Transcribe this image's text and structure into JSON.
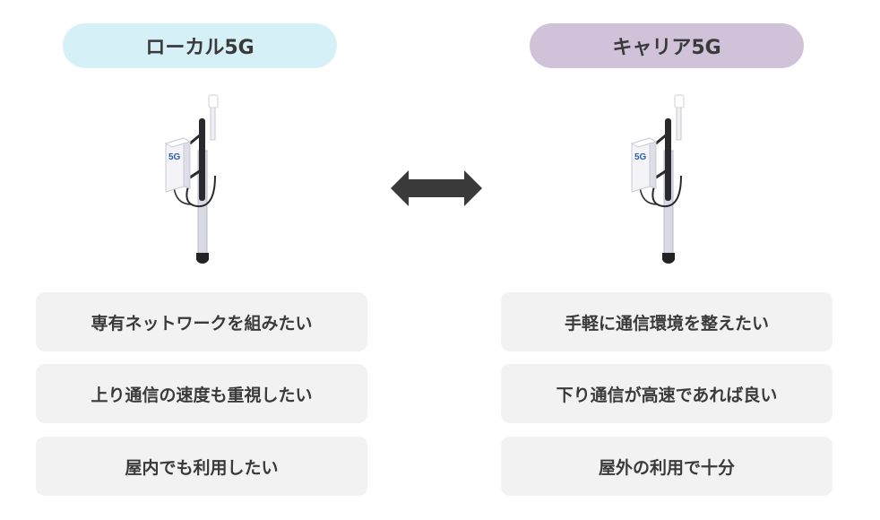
{
  "left": {
    "title": "ローカル5G",
    "tower_badge": "5G",
    "items": [
      "専有ネットワークを組みたい",
      "上り通信の速度も重視したい",
      "屋内でも利用したい"
    ]
  },
  "right": {
    "title": "キャリア5G",
    "tower_badge": "5G",
    "items": [
      "手軽に通信環境を整えたい",
      "下り通信が高速であれば良い",
      "屋外の利用で十分"
    ]
  },
  "colors": {
    "left_pill": "#d6f0f8",
    "right_pill": "#cfc2d9",
    "box": "#f2f2f2",
    "arrow": "#3a3a3a",
    "badge_text": "#2a5fb0"
  },
  "icons": {
    "tower": "antenna-tower-icon",
    "arrow": "double-arrow-icon"
  }
}
